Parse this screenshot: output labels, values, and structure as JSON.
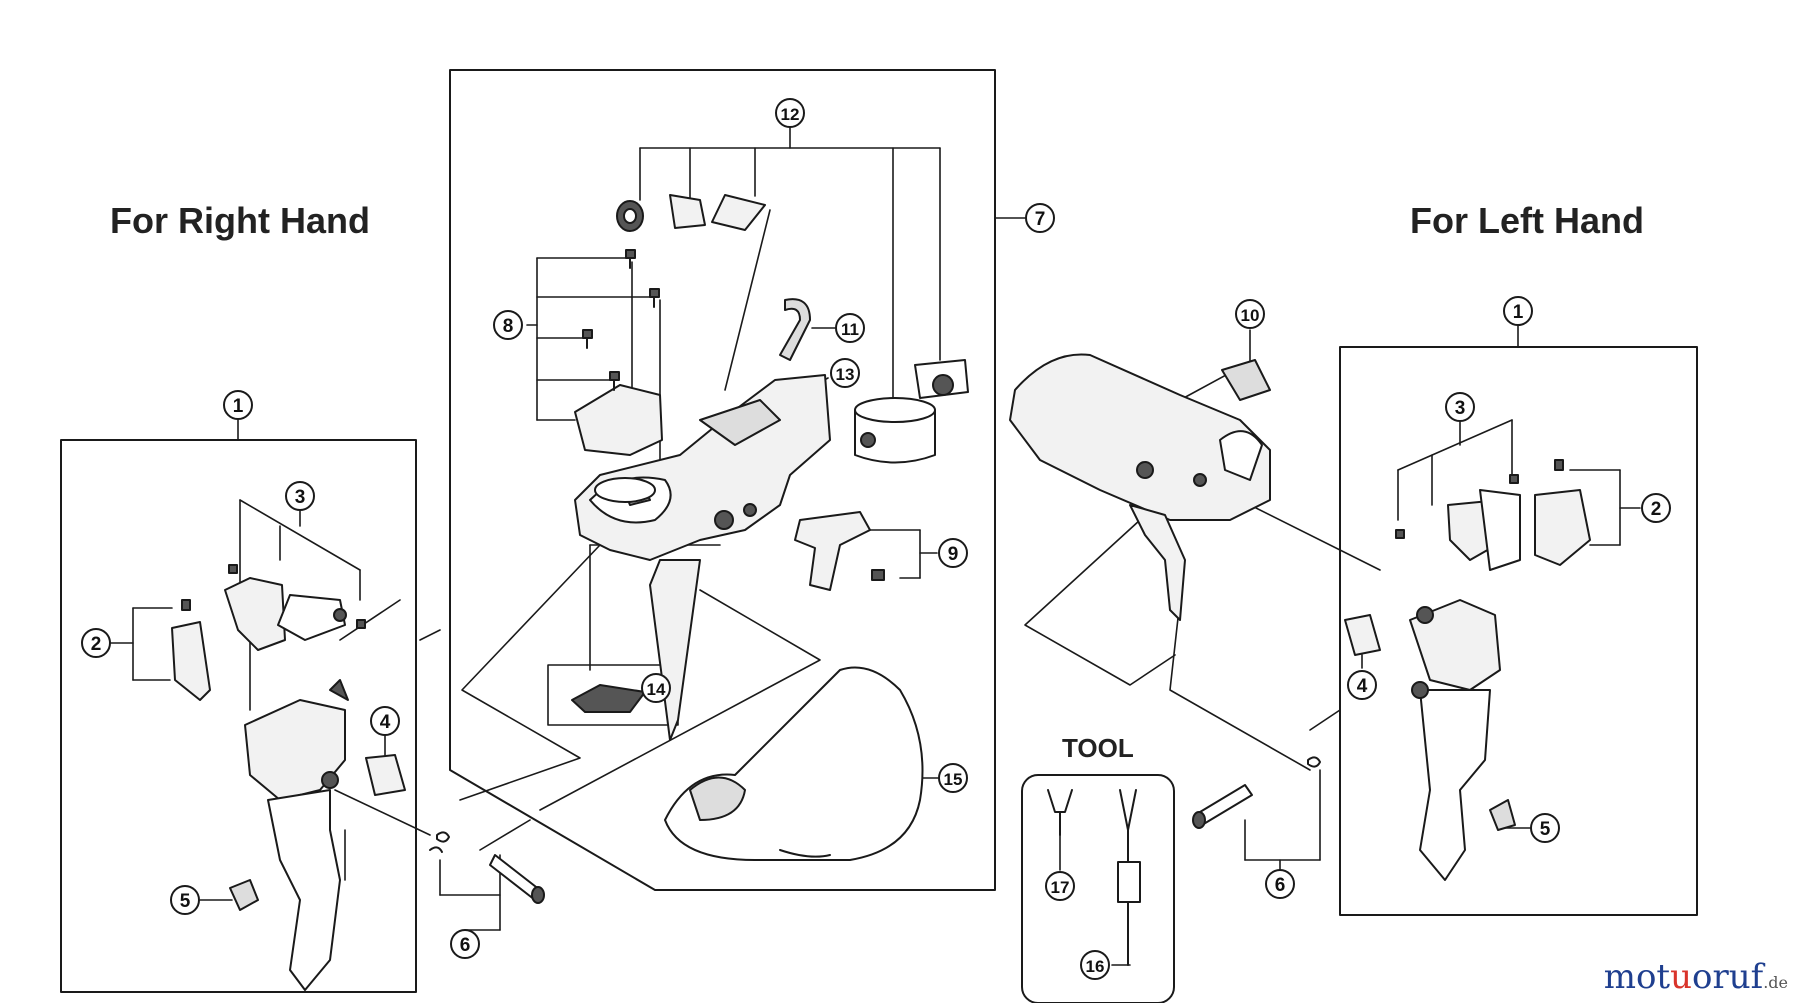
{
  "headings": {
    "right_hand": "For Right Hand",
    "left_hand": "For Left Hand",
    "tool": "TOOL"
  },
  "callouts": {
    "r1": "1",
    "r2": "2",
    "r3": "3",
    "r4": "4",
    "r5": "5",
    "r6": "6",
    "c7": "7",
    "c8": "8",
    "c9": "9",
    "c11": "11",
    "c12": "12",
    "c13": "13",
    "c14": "14",
    "c15": "15",
    "l10": "10",
    "l1": "1",
    "l2": "2",
    "l3": "3",
    "l4": "4",
    "l5": "5",
    "l6": "6",
    "t16": "16",
    "t17": "17"
  },
  "watermark": {
    "brand_a": "mot",
    "brand_b": "oruf",
    "brand_u": "u",
    "domain": ".de"
  },
  "colors": {
    "line": "#1a1a1a",
    "part_fill": "#f2f2f2",
    "part_dark": "#555555"
  }
}
